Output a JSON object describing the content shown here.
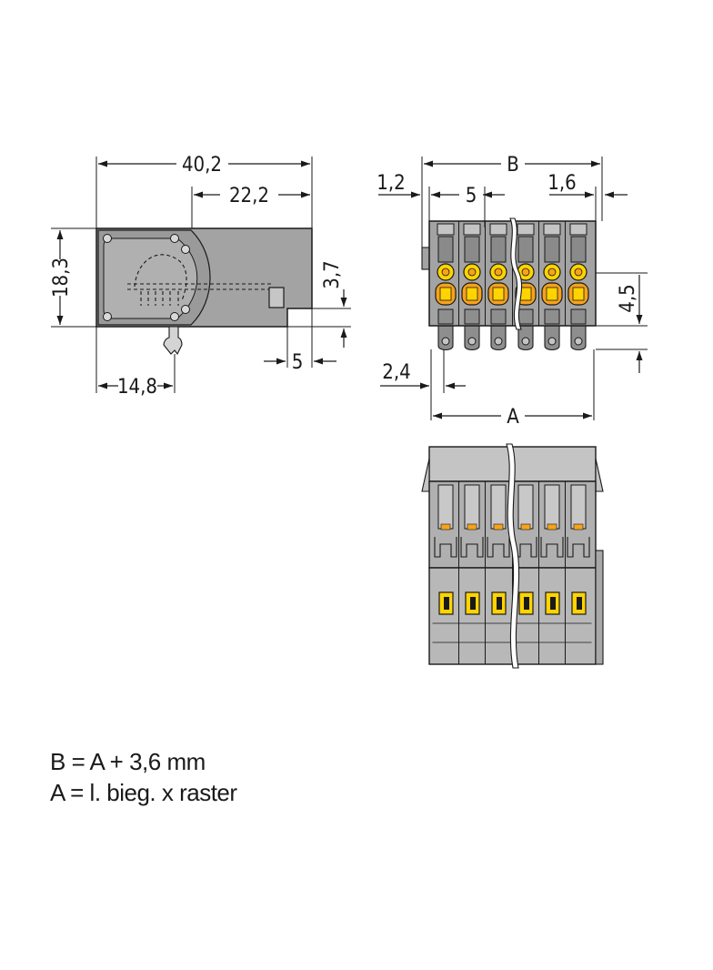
{
  "dimensions": {
    "side_width": "40,2",
    "side_right_part": "22,2",
    "side_height": "18,3",
    "side_step": "3,7",
    "side_latch_offset": "14,8",
    "side_bottom_pitch": "5",
    "front_total": "B",
    "front_left_offset": "1,2",
    "front_pitch": "5",
    "front_right_offset": "1,6",
    "front_height": "4,5",
    "front_pin_offset": "2,4",
    "front_pin_span": "A"
  },
  "formulas": {
    "b": "B = A + 3,6 mm",
    "a": "A = l. bieg. x raster"
  },
  "colors": {
    "housing": "#a3a3a3",
    "housing_dark": "#8e8e8e",
    "housing_light": "#c4c4c4",
    "accent_yellow": "#ffd400",
    "accent_orange": "#f7a21b",
    "line": "#1a1a1a"
  }
}
